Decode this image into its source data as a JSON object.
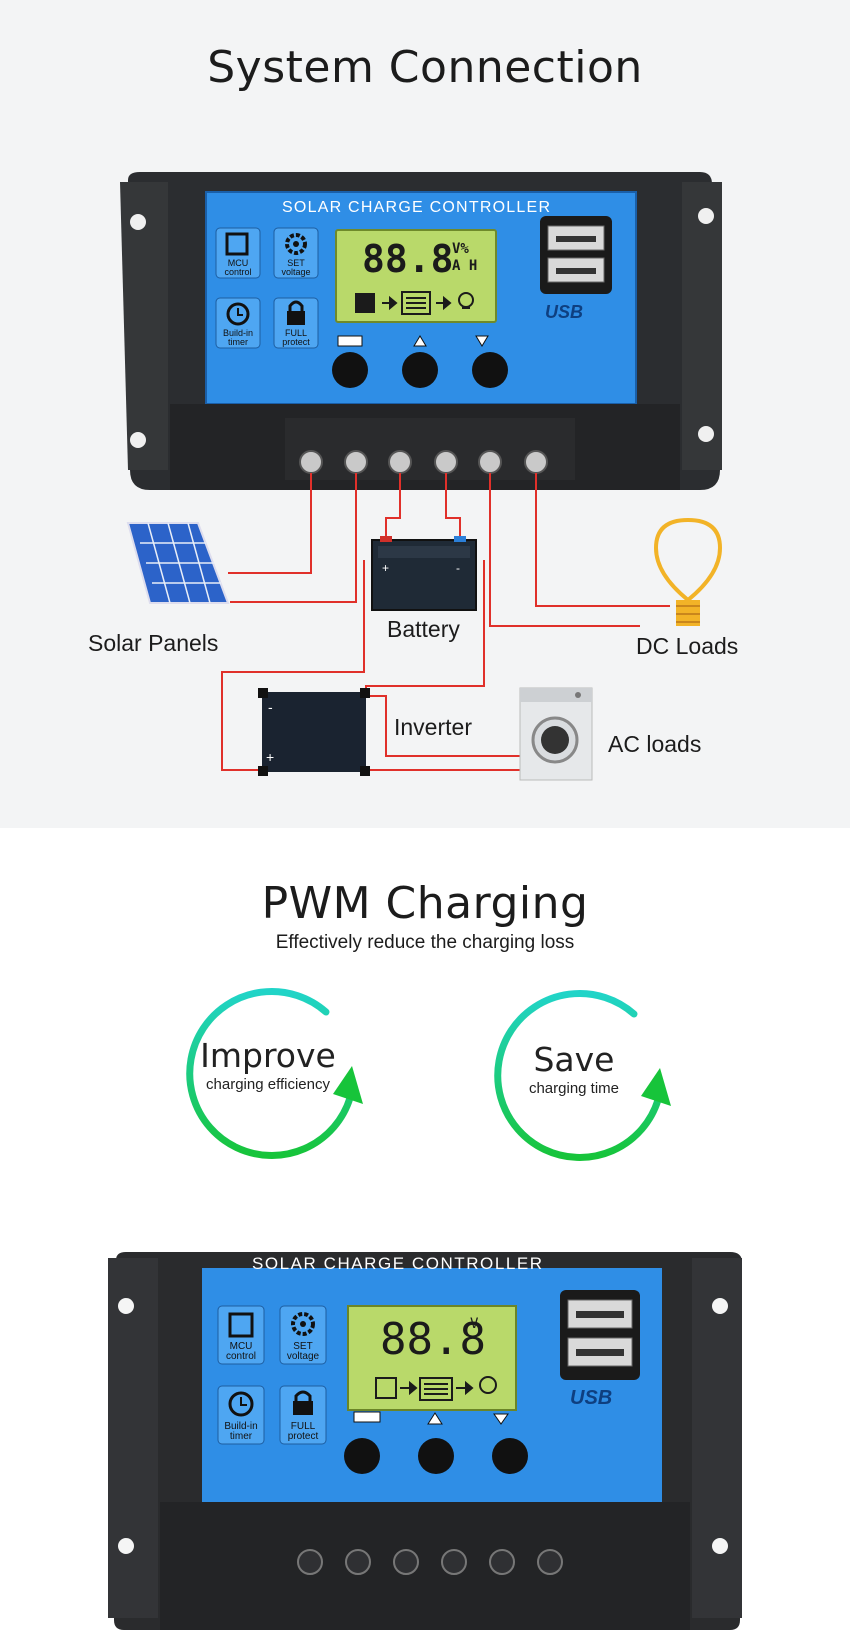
{
  "system_connection": {
    "title": "System Connection",
    "labels": {
      "solar_panels": "Solar Panels",
      "battery": "Battery",
      "dc_loads": "DC Loads",
      "inverter": "Inverter",
      "ac_loads": "AC loads"
    }
  },
  "controller_top": {
    "header": "SOLAR CHARGE CONTROLLER",
    "lcd_value": "88.8",
    "lcd_units": [
      "V%",
      "A H"
    ],
    "features": [
      {
        "icon": "chip-icon",
        "label_lines": [
          "MCU",
          "control"
        ]
      },
      {
        "icon": "gear-icon",
        "label_lines": [
          "SET",
          "voltage"
        ]
      },
      {
        "icon": "clock-icon",
        "label_lines": [
          "Build-in",
          "timer"
        ]
      },
      {
        "icon": "lock-icon",
        "label_lines": [
          "FULL",
          "protect"
        ]
      }
    ],
    "usb_label": "USB"
  },
  "pwm": {
    "title": "PWM Charging",
    "subtitle": "Effectively reduce the charging loss",
    "benefits": [
      {
        "big": "Improve",
        "small": "charging efficiency"
      },
      {
        "big": "Save",
        "small": "charging time"
      }
    ]
  },
  "controller_bottom": {
    "header": "SOLAR CHARGE CONTROLLER",
    "lcd_value": "88.8",
    "lcd_unit": "V",
    "features": [
      {
        "icon": "chip-icon",
        "label_lines": [
          "MCU",
          "control"
        ]
      },
      {
        "icon": "gear-icon",
        "label_lines": [
          "SET",
          "voltage"
        ]
      },
      {
        "icon": "clock-icon",
        "label_lines": [
          "Build-in",
          "timer"
        ]
      },
      {
        "icon": "lock-icon",
        "label_lines": [
          "FULL",
          "protect"
        ]
      }
    ],
    "usb_label": "USB"
  },
  "colors": {
    "panel_blue": "#2f8ee6",
    "lcd_green": "#b9d96a",
    "wire_red": "#e0302a",
    "circle_teal": "#21d4c8",
    "circle_green": "#17c43a",
    "bulb_yellow": "#f2b327"
  }
}
